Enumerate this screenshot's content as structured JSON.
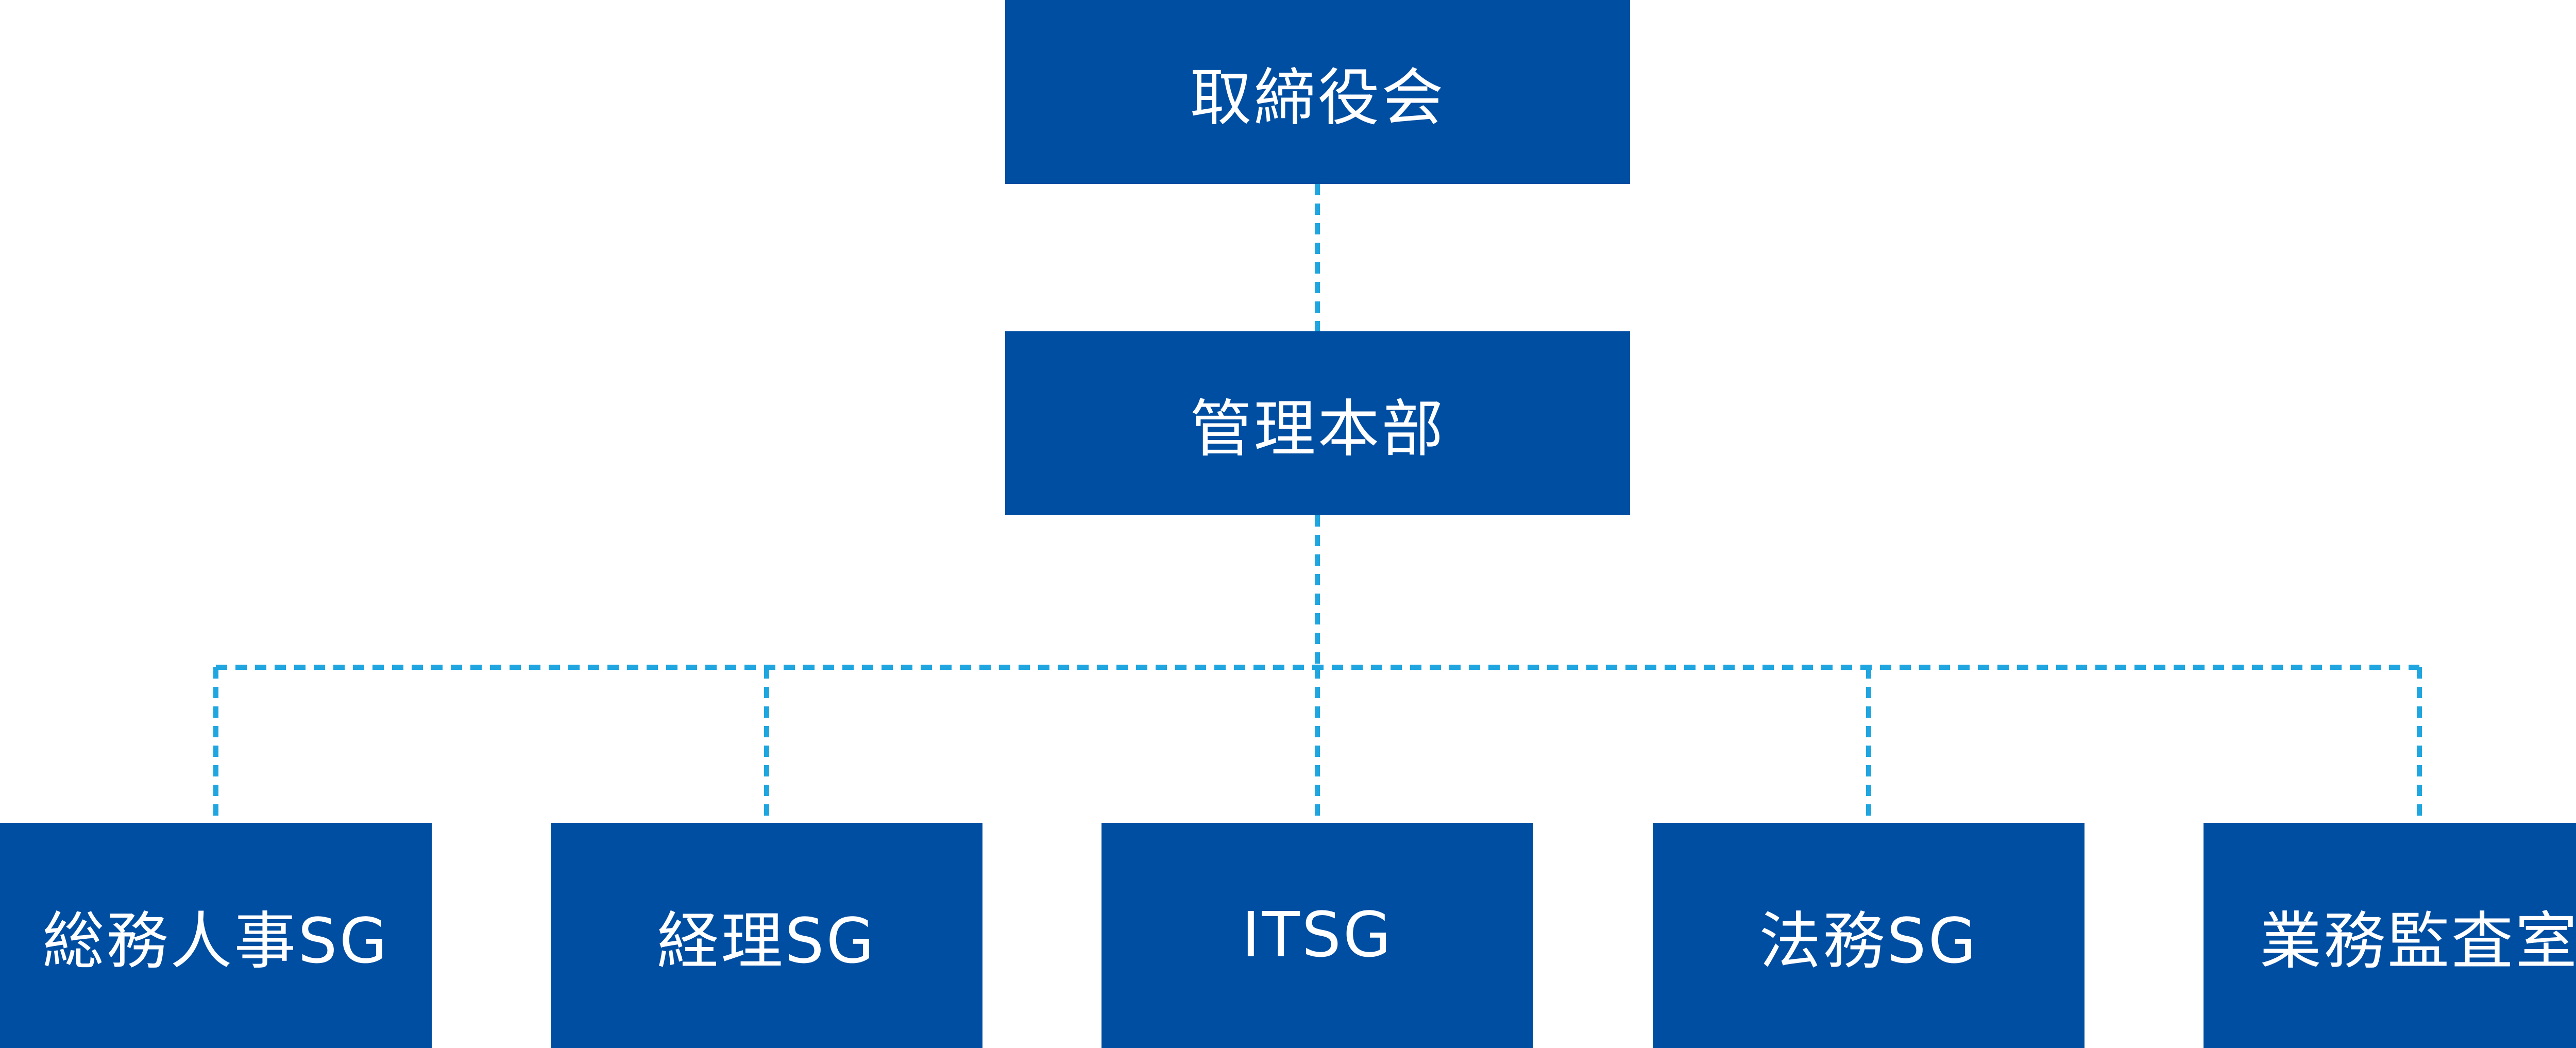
{
  "chart": {
    "colors": {
      "box_fill": "#004ea2",
      "box_text": "#ffffff",
      "connector": "#1fa6e0"
    },
    "top": {
      "label": "取締役会"
    },
    "middle": {
      "label": "管理本部"
    },
    "children": [
      {
        "label": "総務人事SG"
      },
      {
        "label": "経理SG"
      },
      {
        "label": "ITSG"
      },
      {
        "label": "法務SG"
      },
      {
        "label": "業務監査室"
      }
    ]
  }
}
